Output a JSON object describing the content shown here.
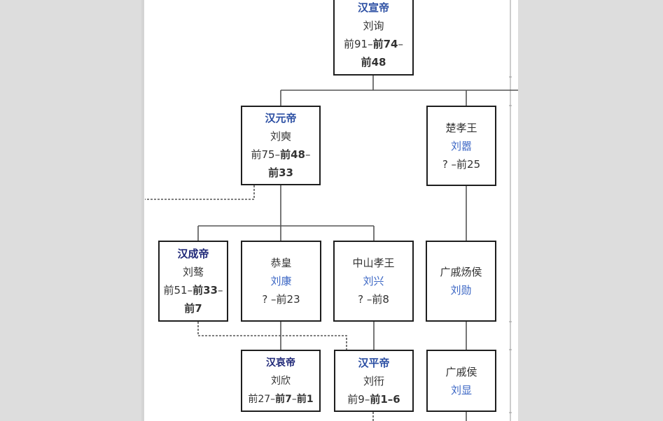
{
  "diagram": {
    "description": "Family tree of Western Han emperors (partial view)",
    "colors": {
      "link": "#2c4fa3",
      "visited_link": "#1f2878",
      "person_link": "#3b66c4",
      "text": "#333333",
      "border": "#1e1e1e",
      "background": "#dddddd"
    },
    "nodes": [
      {
        "key": "xuan",
        "title": "汉宣帝",
        "title_style": "link",
        "name": "刘询",
        "name_style": "plain",
        "date_lines": [
          [
            {
              "t": "前91–",
              "b": false
            },
            {
              "t": "前74",
              "b": true
            },
            {
              "t": "–",
              "b": false
            }
          ],
          [
            {
              "t": "前48",
              "b": true
            }
          ]
        ]
      },
      {
        "key": "yuan",
        "title": "汉元帝",
        "title_style": "link",
        "name": "刘奭",
        "name_style": "plain",
        "date_lines": [
          [
            {
              "t": "前75–",
              "b": false
            },
            {
              "t": "前48",
              "b": true
            },
            {
              "t": "–",
              "b": false
            }
          ],
          [
            {
              "t": "前33",
              "b": true
            }
          ]
        ]
      },
      {
        "key": "chuxiao",
        "title": "楚孝王",
        "title_style": "plain",
        "name": "刘嚣",
        "name_style": "link",
        "date_lines": [
          [
            {
              "t": "? –前25",
              "b": false
            }
          ]
        ]
      },
      {
        "key": "cheng",
        "title": "汉成帝",
        "title_style": "visited",
        "name": "刘骜",
        "name_style": "plain",
        "date_lines": [
          [
            {
              "t": "前51–",
              "b": false
            },
            {
              "t": "前33",
              "b": true
            },
            {
              "t": "–",
              "b": false
            }
          ],
          [
            {
              "t": "前7",
              "b": true
            }
          ]
        ]
      },
      {
        "key": "gonghuang",
        "title": "恭皇",
        "title_style": "plain",
        "name": "刘康",
        "name_style": "link",
        "date_lines": [
          [
            {
              "t": "? –前23",
              "b": false
            }
          ]
        ]
      },
      {
        "key": "zhongshan",
        "title": "中山孝王",
        "title_style": "plain",
        "name": "刘兴",
        "name_style": "link",
        "date_lines": [
          [
            {
              "t": "? –前8",
              "b": false
            }
          ]
        ]
      },
      {
        "key": "guangqiyang",
        "title": "广戚炀侯",
        "title_style": "plain",
        "name": "刘勋",
        "name_style": "link",
        "date_lines": []
      },
      {
        "key": "ai",
        "title": "汉哀帝",
        "title_style": "visited",
        "name": "刘欣",
        "name_style": "plain",
        "date_lines": [
          [
            {
              "t": "前27–",
              "b": false
            },
            {
              "t": "前7",
              "b": true
            },
            {
              "t": "–",
              "b": false
            },
            {
              "t": "前1",
              "b": true
            }
          ]
        ]
      },
      {
        "key": "ping",
        "title": "汉平帝",
        "title_style": "link",
        "name": "刘衎",
        "name_style": "plain",
        "date_lines": [
          [
            {
              "t": "前9–",
              "b": false
            },
            {
              "t": "前1–6",
              "b": true
            }
          ]
        ]
      },
      {
        "key": "guangqi",
        "title": "广戚侯",
        "title_style": "plain",
        "name": "刘显",
        "name_style": "link",
        "date_lines": []
      }
    ]
  }
}
